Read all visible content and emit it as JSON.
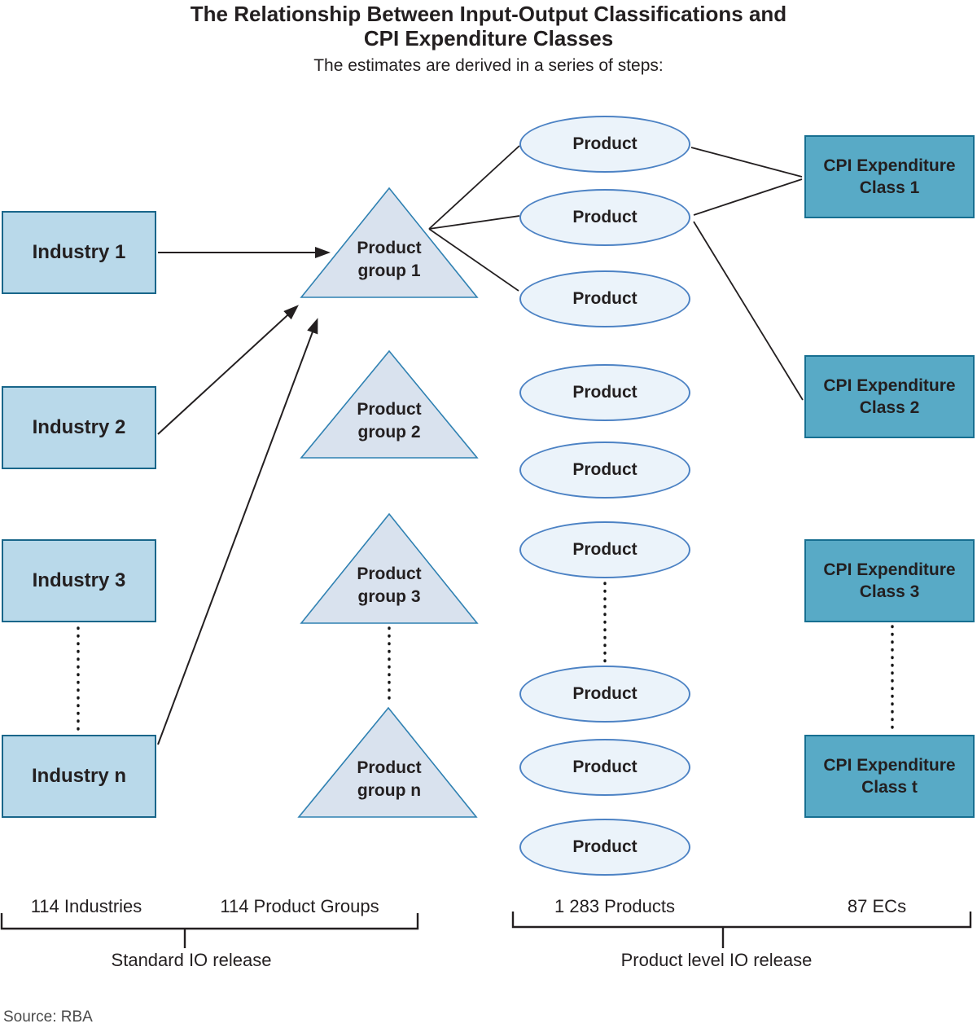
{
  "title": {
    "line1": "The Relationship Between Input-Output Classifications and",
    "line2": "CPI Expenditure Classes",
    "subtitle": "The estimates are derived in a series of steps:"
  },
  "columns": {
    "industries": {
      "items": [
        {
          "label": "Industry 1"
        },
        {
          "label": "Industry 2"
        },
        {
          "label": "Industry 3"
        },
        {
          "label": "Industry n"
        }
      ],
      "count_label": "114 Industries"
    },
    "product_groups": {
      "items": [
        {
          "line1": "Product",
          "line2": "group 1"
        },
        {
          "line1": "Product",
          "line2": "group 2"
        },
        {
          "line1": "Product",
          "line2": "group 3"
        },
        {
          "line1": "Product",
          "line2": "group n"
        }
      ],
      "count_label": "114 Product Groups"
    },
    "products": {
      "items": [
        "Product",
        "Product",
        "Product",
        "Product",
        "Product",
        "Product",
        "Product",
        "Product",
        "Product"
      ],
      "count_label": "1 283 Products"
    },
    "cpi_classes": {
      "items": [
        {
          "line1": "CPI Expenditure",
          "line2": "Class 1"
        },
        {
          "line1": "CPI Expenditure",
          "line2": "Class 2"
        },
        {
          "line1": "CPI Expenditure",
          "line2": "Class 3"
        },
        {
          "line1": "CPI Expenditure",
          "line2": "Class t"
        }
      ],
      "count_label": "87 ECs"
    }
  },
  "brackets": {
    "left_label": "Standard IO release",
    "right_label": "Product level IO release"
  },
  "source": "Source: RBA",
  "colors": {
    "industry_fill": "#b9d9ea",
    "industry_border": "#19668a",
    "triangle_fill": "#d9e2ee",
    "triangle_border": "#2f81b2",
    "ellipse_fill": "#ebf3fa",
    "ellipse_border": "#4c82c4",
    "cpi_fill": "#58aac6",
    "cpi_border": "#176f91",
    "line_color": "#231f20"
  }
}
